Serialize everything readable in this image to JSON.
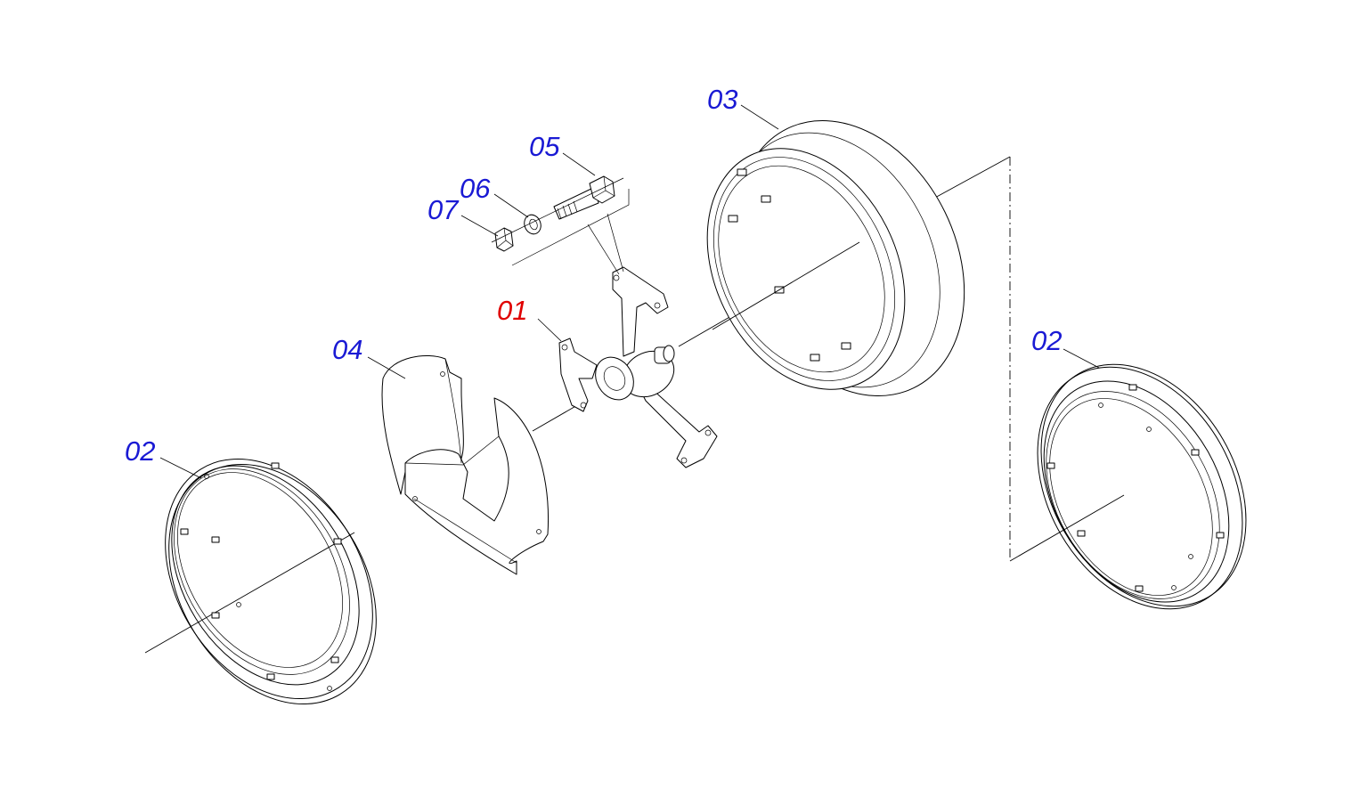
{
  "callouts": [
    {
      "id": "c01",
      "label": "01",
      "color": "#e00000"
    },
    {
      "id": "c02a",
      "label": "02",
      "color": "#1a1ad4"
    },
    {
      "id": "c02b",
      "label": "02",
      "color": "#1a1ad4"
    },
    {
      "id": "c03",
      "label": "03",
      "color": "#1a1ad4"
    },
    {
      "id": "c04",
      "label": "04",
      "color": "#1a1ad4"
    },
    {
      "id": "c05",
      "label": "05",
      "color": "#1a1ad4"
    },
    {
      "id": "c06",
      "label": "06",
      "color": "#1a1ad4"
    },
    {
      "id": "c07",
      "label": "07",
      "color": "#1a1ad4"
    }
  ],
  "colors": {
    "highlight": "#e00000",
    "callout": "#1a1ad4",
    "linework": "#000000",
    "background": "#ffffff"
  }
}
